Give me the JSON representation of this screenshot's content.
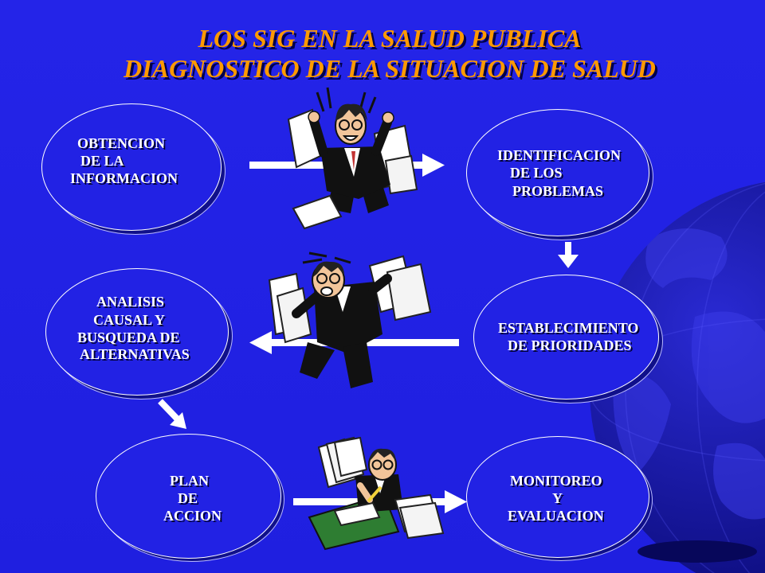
{
  "slide": {
    "title_line1": "LOS SIG EN LA SALUD PUBLICA",
    "title_line2": "DIAGNOSTICO DE LA SITUACION DE SALUD"
  },
  "steps": [
    {
      "lines": [
        "OBTENCION",
        "DE LA",
        "INFORMACION"
      ]
    },
    {
      "lines": [
        "IDENTIFICACION",
        "DE LOS",
        "PROBLEMAS"
      ]
    },
    {
      "lines": [
        "ESTABLECIMIENTO",
        "DE PRIORIDADES"
      ]
    },
    {
      "lines": [
        "ANALISIS",
        "CAUSAL Y",
        "BUSQUEDA DE",
        "ALTERNATIVAS"
      ]
    },
    {
      "lines": [
        "PLAN",
        "DE",
        "ACCION"
      ]
    },
    {
      "lines": [
        "MONITOREO",
        "Y",
        "EVALUACION"
      ]
    }
  ],
  "icons": [
    "globe-icon",
    "frantic-businessman-icon",
    "running-businessman-icon",
    "businessman-at-desk-icon",
    "arrow-icon"
  ],
  "colors": {
    "background": "#2222e4",
    "title": "#ff9a00",
    "text": "#ffffff",
    "ellipse_outline": "#ffffff",
    "globe": "#0b0b78"
  }
}
